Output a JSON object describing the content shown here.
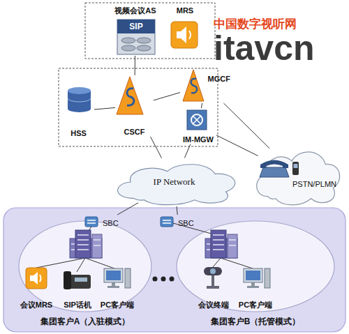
{
  "diagram": {
    "nodes": [
      {
        "text": [
          "视频会议AS"
        ]
      },
      {
        "text": [
          "MRS"
        ]
      },
      {
        "text": [
          "HSS"
        ]
      },
      {
        "text": [
          "CSCF"
        ]
      },
      {
        "text": [
          "MGCF"
        ]
      },
      {
        "text": [
          "IM-MGW"
        ]
      },
      {
        "text": [
          "IP Network"
        ]
      },
      {
        "text": [
          "PSTN/PLMN"
        ]
      },
      {
        "text": [
          "SBC"
        ]
      },
      {
        "text": [
          "SBC"
        ]
      },
      {
        "text": [
          "集团客户A（入驻模式）"
        ]
      },
      {
        "text": [
          "会议MRS"
        ],
        "in": 10
      },
      {
        "text": [
          "SIP话机"
        ],
        "in": 10
      },
      {
        "text": [
          "PC客户端"
        ],
        "in": 10
      },
      {
        "text": [
          "集团客户B（托管模式）"
        ]
      },
      {
        "text": [
          "会议终端"
        ],
        "in": 14
      },
      {
        "text": [
          "PC客户端"
        ],
        "in": 14
      }
    ],
    "edges": [
      {
        "from": 0,
        "to": 3,
        "arrow": "none"
      },
      {
        "from": 2,
        "to": 3,
        "arrow": "none"
      },
      {
        "from": 3,
        "to": 4,
        "arrow": "none"
      },
      {
        "from": 4,
        "to": 5,
        "arrow": "none"
      },
      {
        "from": 4,
        "to": 7,
        "arrow": "none"
      },
      {
        "from": 5,
        "to": 7,
        "arrow": "none"
      },
      {
        "from": 3,
        "to": 6,
        "arrow": "none"
      },
      {
        "from": 5,
        "to": 6,
        "arrow": "none"
      },
      {
        "from": 6,
        "to": 8,
        "arrow": "none"
      },
      {
        "from": 6,
        "to": 9,
        "arrow": "none"
      }
    ],
    "labels": [
      "SIP",
      "中国数字视听网",
      "itavcn"
    ]
  }
}
